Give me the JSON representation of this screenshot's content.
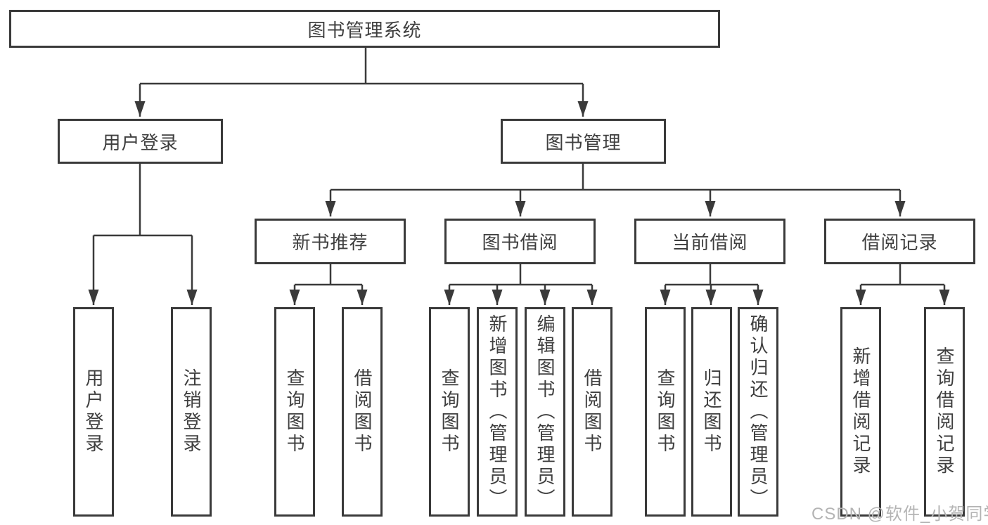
{
  "nodes": {
    "root": "图书管理系统",
    "user_login": "用户登录",
    "book_mgmt": "图书管理",
    "new_book_rec": "新书推荐",
    "book_borrow": "图书借阅",
    "current_borrow": "当前借阅",
    "borrow_records": "借阅记录",
    "leaf_user_login": "用户登录",
    "leaf_logout": "注销登录",
    "leaf_nbr_query_book": "查询图书",
    "leaf_nbr_borrow_book": "借阅图书",
    "leaf_bb_query_book": "查询图书",
    "leaf_bb_add_book": "新增图书（管理员）",
    "leaf_bb_edit_book": "编辑图书（管理员）",
    "leaf_bb_borrow_book": "借阅图书",
    "leaf_cb_query_book": "查询图书",
    "leaf_cb_return_book": "归还图书",
    "leaf_cb_confirm_return": "确认归还（管理员）",
    "leaf_br_add_record": "新增借阅记录",
    "leaf_br_query_record": "查询借阅记录"
  },
  "watermark": "CSDN @软件_小贺同学",
  "colors": {
    "line": "#3a3a3a",
    "text": "#3e3e3e",
    "watermark": "#b4b4b4",
    "background": "#ffffff"
  }
}
